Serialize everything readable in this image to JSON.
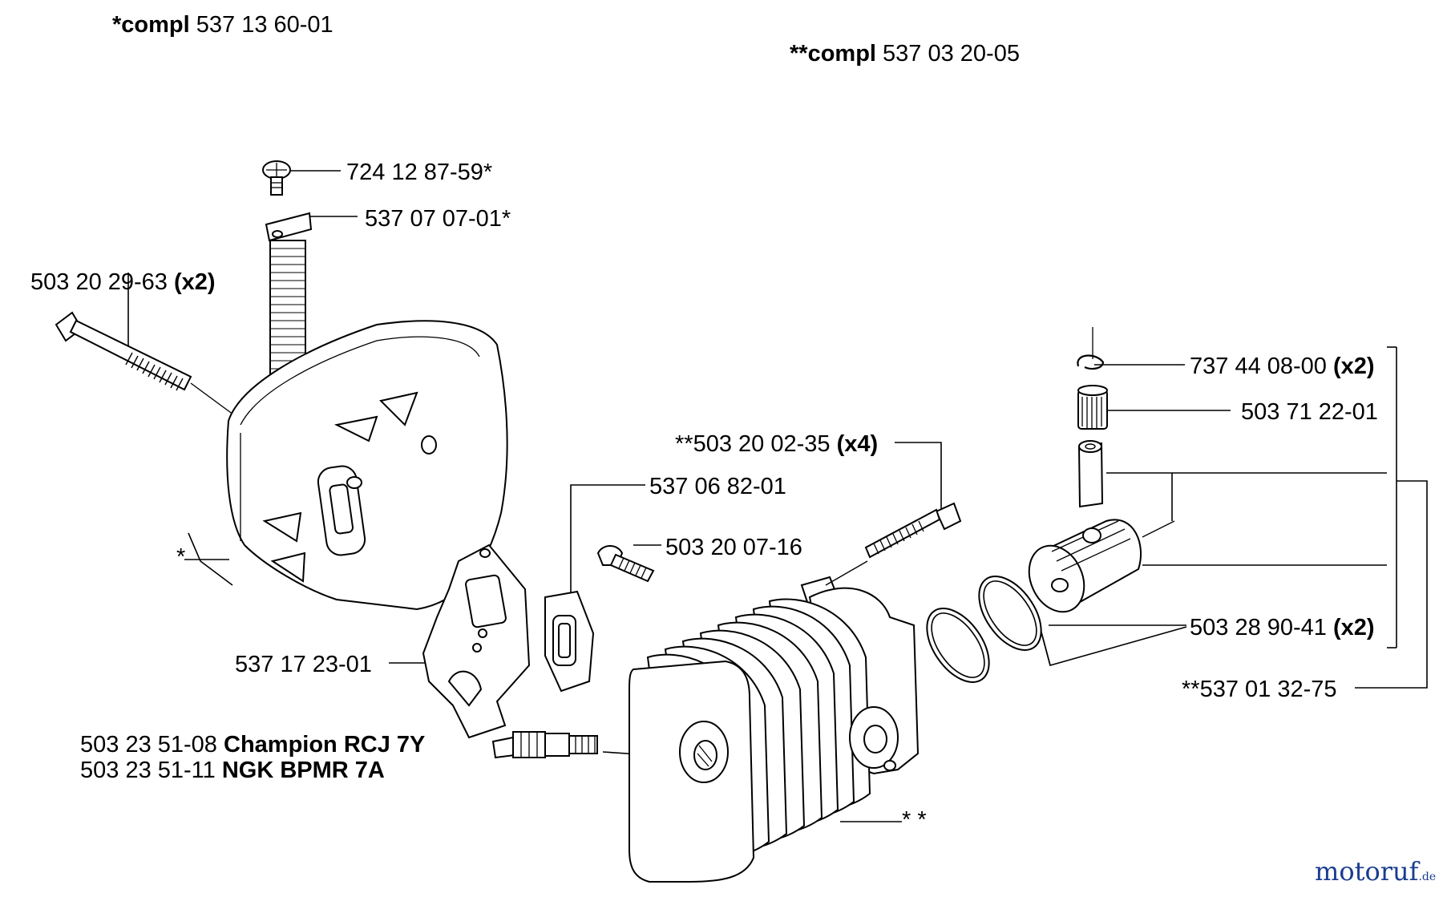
{
  "header": {
    "compl1_prefix": "*compl",
    "compl1_number": "537 13 60-01",
    "compl2_prefix": "**compl",
    "compl2_number": "537 03 20-05"
  },
  "callouts": {
    "screw": "724 12 87-59*",
    "bracket": "537 07 07-01*",
    "bolt_number": "503 20 29-63",
    "bolt_qty": "(x2)",
    "muffler": "*",
    "plate": "537 17 23-01",
    "gasket": "537 06 82-01",
    "screw_small": "503 20 07-16",
    "cyl_bolt_number": "**503 20 02-35",
    "cyl_bolt_qty": "(x4)",
    "cylinder": "* *",
    "circlip_number": "737 44 08-00",
    "circlip_qty": "(x2)",
    "bearing": "503 71 22-01",
    "ring_number": "503 28 90-41",
    "ring_qty": "(x2)",
    "piston_kit": "**537 01 32-75",
    "spark1_number": "503 23 51-08",
    "spark1_name": "Champion RCJ 7Y",
    "spark2_number": "503 23 51-11",
    "spark2_name": "NGK BPMR 7A"
  },
  "watermark": {
    "brand": "motoruf",
    "tld": ".de",
    "color_main": "#1a3d8f",
    "color_accent": "#d22c2c"
  }
}
